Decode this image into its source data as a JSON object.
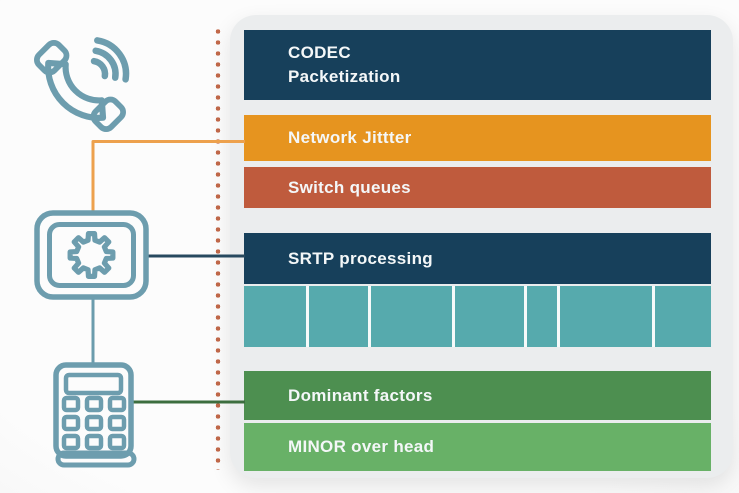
{
  "diagram": {
    "title": "",
    "left_icons": [
      {
        "name": "phone-handset-icon"
      },
      {
        "name": "settings-gear-box-icon"
      },
      {
        "name": "calculator-icon"
      }
    ],
    "panel": {
      "bar_codec": {
        "line1": "CODEC",
        "line2": "Packetization"
      },
      "bar_jitter": {
        "label": "Network Jittter"
      },
      "bar_switch": {
        "label": "Switch queues"
      },
      "bar_srtp": {
        "label": "SRTP processing"
      },
      "srtp_segments": {
        "count": 7,
        "widths": [
          64,
          62,
          84,
          72,
          31,
          96,
          58
        ]
      },
      "bar_dominant": {
        "label": "Dominant factors"
      },
      "bar_minor": {
        "label": "MINOR over head"
      }
    },
    "connections": [
      {
        "from": "phone-handset-icon",
        "to": "bar_jitter",
        "via": "settings-gear-box-icon",
        "color_key": "connector_orange"
      },
      {
        "from": "settings-gear-box-icon",
        "to": "bar_srtp",
        "color_key": "connector_navy"
      },
      {
        "from": "settings-gear-box-icon",
        "to": "calculator-icon",
        "color_key": "connector_teal"
      },
      {
        "from": "calculator-icon",
        "to": "bar_dominant",
        "color_key": "connector_green"
      }
    ]
  },
  "colors": {
    "navy": "#17405b",
    "orange": "#e6941f",
    "rust": "#bf5b3d",
    "teal": "#56aaad",
    "green_dark": "#4d8f50",
    "green_light": "#68b167",
    "bar_text": "#f4f7f8",
    "panel_bg": "#ebedee",
    "icon_stroke": "#6d9dae",
    "dots": "#c2694a",
    "connector_orange": "#eda14d",
    "connector_navy": "#27495f",
    "connector_teal": "#6b9cad",
    "connector_green": "#3c6e3f"
  }
}
